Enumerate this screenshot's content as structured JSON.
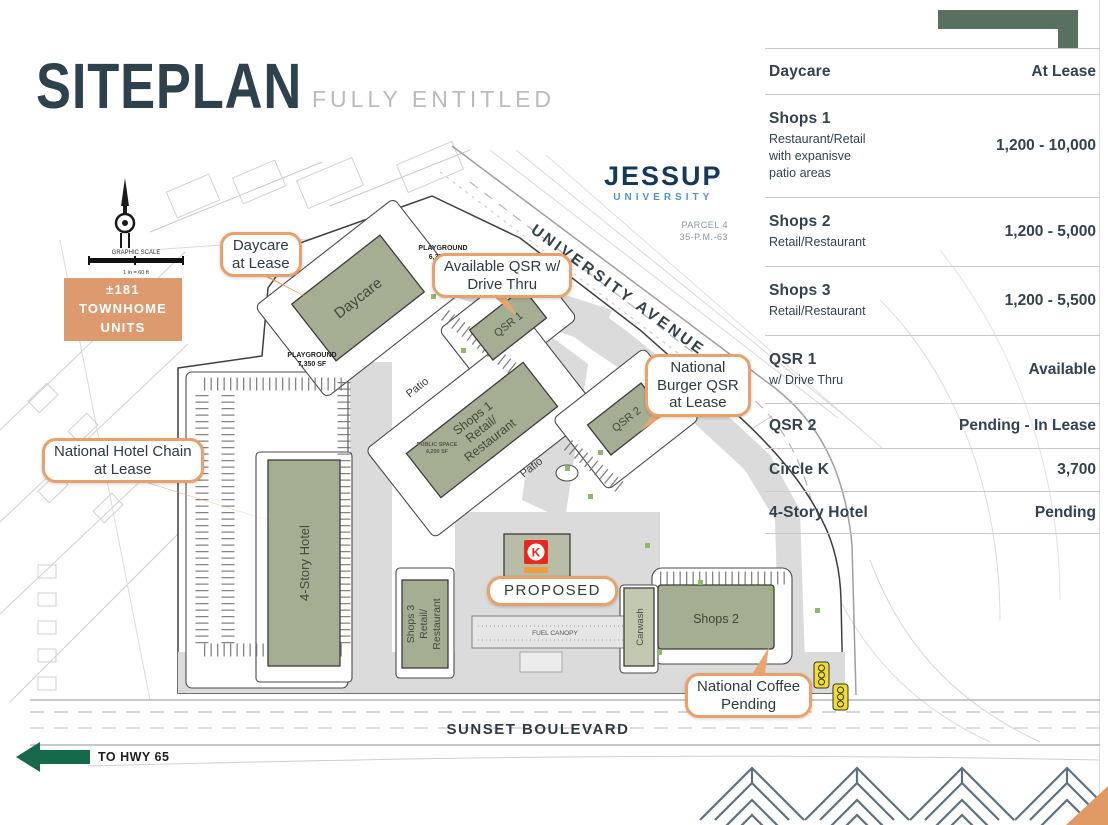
{
  "header": {
    "title": "SITEPLAN",
    "subtitle": "FULLY ENTITLED"
  },
  "lease_table": {
    "rows": [
      {
        "name": "Daycare",
        "sub": "",
        "value": "At Lease"
      },
      {
        "name": "Shops 1",
        "sub": "Restaurant/Retail\nwith expanisve\npatio areas",
        "value": "1,200 - 10,000"
      },
      {
        "name": "Shops 2",
        "sub": "Retail/Restaurant",
        "value": "1,200 - 5,000"
      },
      {
        "name": "Shops 3",
        "sub": "Retail/Restaurant",
        "value": "1,200 - 5,500"
      },
      {
        "name": "QSR 1",
        "sub": "w/ Drive Thru",
        "value": "Available"
      },
      {
        "name": "QSR 2",
        "sub": "",
        "value": "Pending - In Lease"
      },
      {
        "name": "Circle K",
        "sub": "",
        "value": "3,700"
      },
      {
        "name": "4-Story Hotel",
        "sub": "",
        "value": "Pending"
      }
    ]
  },
  "logo": {
    "name": "JESSUP",
    "tagline": "UNIVERSITY"
  },
  "parcel_note": {
    "line1": "PARCEL 4",
    "line2": "35-P.M.-63"
  },
  "streets": {
    "university": "UNIVERSITY AVENUE",
    "sunset": "SUNSET BOULEVARD",
    "hwy_label": "TO HWY 65"
  },
  "townhomes": {
    "label": "±181\nTOWNHOME\nUNITS"
  },
  "callouts": {
    "daycare": "Daycare\nat Lease",
    "qsr": "Available QSR w/\nDrive Thru",
    "burger": "National\nBurger QSR\nat Lease",
    "hotel": "National Hotel Chain\nat Lease",
    "proposed": "PROPOSED",
    "coffee": "National Coffee\nPending"
  },
  "buildings": {
    "daycare": "Daycare",
    "qsr1": "QSR 1",
    "qsr2": "QSR 2",
    "shops1_l1": "Shops 1",
    "shops1_l2": "Retail/",
    "shops1_l3": "Restaurant",
    "shops3_l1": "Shops 3",
    "shops3_l2": "Retail/",
    "shops3_l3": "Restaurant",
    "shops2": "Shops 2",
    "hotel": "4-Story Hotel",
    "carwash": "Carwash",
    "circlek_letter": "K"
  },
  "map_labels": {
    "playground1_l1": "PLAYGROUND",
    "playground1_l2": "6,350 SF",
    "playground2_l1": "PLAYGROUND",
    "playground2_l2": "7,350 SF",
    "patio": "Patio",
    "fuel": "FUEL CANOPY",
    "public_space_l1": "PUBLIC SPACE",
    "public_space_l2": "4,200 SF",
    "scale_l1": "GRAPHIC SCALE",
    "scale_l2": "1 in = 60 ft"
  },
  "colors": {
    "accent_orange": "#E9A06A",
    "deco_green": "#587060",
    "building_green": "#A5AE92",
    "title_slate": "#2E424D",
    "jessup_navy": "#15395D",
    "jessup_blue": "#4E95C5",
    "circlek_red": "#E8271D",
    "hwy_green": "#17694B",
    "chevron_slate": "#5E717E"
  }
}
